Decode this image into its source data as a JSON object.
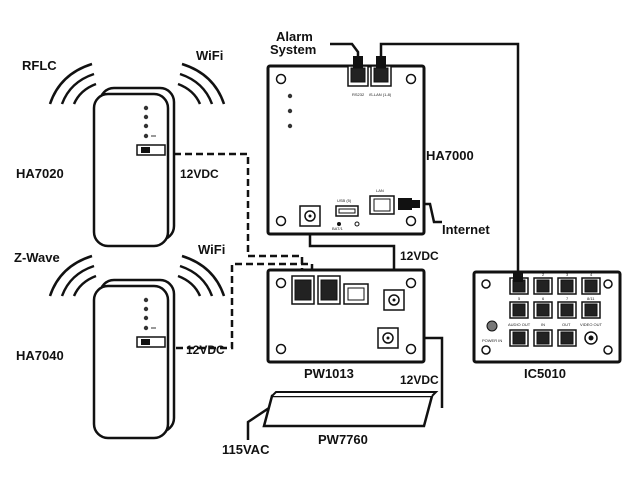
{
  "labels": {
    "rflc": "RFLC",
    "wifi_top": "WiFi",
    "ha7020": "HA7020",
    "zwave": "Z-Wave",
    "wifi_bottom": "WiFi",
    "ha7040": "HA7040",
    "vdc_left_top": "12VDC",
    "vdc_left_bottom": "12VDC",
    "alarm_line1": "Alarm",
    "alarm_line2": "System",
    "ha7000": "HA7000",
    "internet": "Internet",
    "vdc_center": "12VDC",
    "pw1013": "PW1013",
    "vdc_right": "12VDC",
    "pw7760": "PW7760",
    "vac": "115VAC",
    "ic5010": "IC5010"
  },
  "ha7000_ports": {
    "rs232": "RS232",
    "ilan": "iS-LAN (1-8)",
    "usb": "USB (5)",
    "lan": "LAN",
    "bat": "BAT/1"
  },
  "ic5010_ports": {
    "n1": "1",
    "n2": "2",
    "n3": "3",
    "n4": "4",
    "n5": "5",
    "n6": "6",
    "n7": "7",
    "n8": "8/11",
    "audio_out": "AUDIO OUT",
    "in": "IN",
    "out": "OUT",
    "video_out": "VIDEO OUT",
    "power_in": "POWER IN"
  }
}
